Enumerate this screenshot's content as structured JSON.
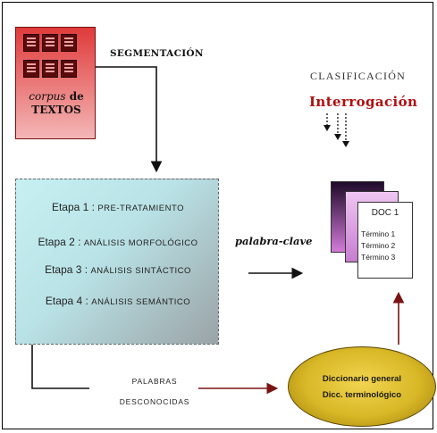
{
  "corpus": {
    "label_italic": "corpus",
    "label_de": "de",
    "label_textos": "TEXTOS",
    "icon": "document-stack-icon"
  },
  "segmentation_label": "SEGMENTACIÓN",
  "classification_label": "CLASIFICACIÓN",
  "interrogation_label": "Interrogación",
  "stages": [
    {
      "prefix": "Etapa 1 : ",
      "name": "PRE-TRATAMIENTO"
    },
    {
      "prefix": "Etapa 2 : ",
      "name": "ANÁLISIS MORFOLÓGICO"
    },
    {
      "prefix": "Etapa 3 : ",
      "name": "ANÁLISIS SINTÁCTICO"
    },
    {
      "prefix": "Etapa 4 : ",
      "name": "ANÁLISIS SEMÁNTICO"
    }
  ],
  "keyword_label": "palabra-clave",
  "document": {
    "title": "DOC 1",
    "terms": [
      "Término 1",
      "Término 2",
      "Término 3"
    ]
  },
  "unknown_words": {
    "line1": "PALABRAS",
    "line2": "DESCONOCIDAS"
  },
  "dictionary": {
    "line1": "Diccionario general",
    "line2": "Dicc. terminológico"
  },
  "colors": {
    "interrogation": "#b01010",
    "arrow_dark_red": "#7a1414",
    "dictionary_fill": "#d8b826"
  }
}
